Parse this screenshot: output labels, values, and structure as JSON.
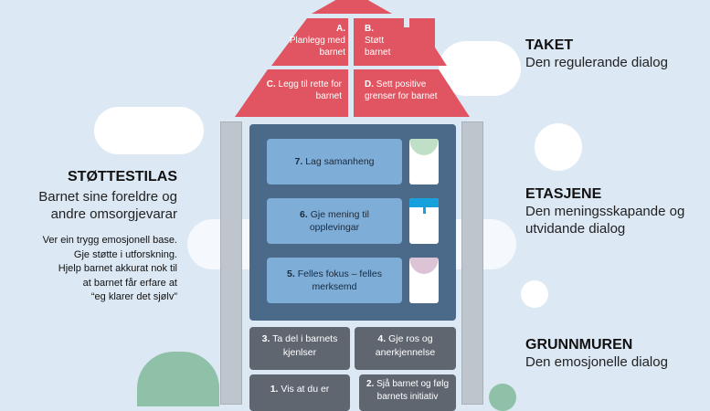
{
  "roof": {
    "a": {
      "num": "A.",
      "text": "Planlegg med barnet"
    },
    "b": {
      "num": "B.",
      "text": "Støtt barnet"
    },
    "c": {
      "num": "C.",
      "text": "Legg til rette for barnet"
    },
    "d": {
      "num": "D.",
      "text": "Sett positive grenser for barnet"
    }
  },
  "floors": [
    {
      "num": "7.",
      "text": "Lag samanheng"
    },
    {
      "num": "6.",
      "text": "Gje mening til opplevingar"
    },
    {
      "num": "5.",
      "text": "Felles fokus – felles merksemd"
    }
  ],
  "foundation": [
    {
      "num": "3.",
      "text": "Ta del i barnets kjenlser"
    },
    {
      "num": "4.",
      "text": "Gje ros og anerkjennelse"
    },
    {
      "num": "1.",
      "text": "Vis at du er"
    },
    {
      "num": "2.",
      "text": "Sjå barnet og følg barnets initiativ"
    }
  ],
  "left": {
    "title": "STØTTESTILAS",
    "subtitle": "Barnet sine foreldre og andre omsorgjevarar",
    "lines": [
      "Ver ein trygg emosjonell base.",
      "Gje støtte i utforskning.",
      "Hjelp barnet akkurat nok til",
      "at barnet får erfare at",
      "“eg klarer det sjølv”"
    ]
  },
  "right": [
    {
      "title": "TAKET",
      "text": "Den regulerande dialog"
    },
    {
      "title": "ETASJENE",
      "text": "Den meningsskapande og utvidande dialog"
    },
    {
      "title": "GRUNNMUREN",
      "text": "Den emosjonelle dialog"
    }
  ],
  "colors": {
    "roof": "#e05561",
    "panel": "#4b6a8a",
    "floor": "#7eadd8",
    "base": "#5f6670"
  }
}
